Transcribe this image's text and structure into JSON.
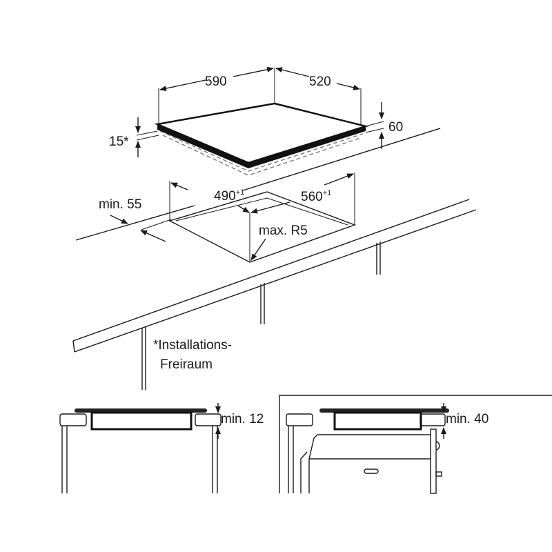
{
  "dimensions": {
    "hob_width": "590",
    "hob_depth": "520",
    "hob_height": "60",
    "clearance_side": "15*",
    "cutout_depth": "490",
    "cutout_depth_tolerance": "+1",
    "cutout_width": "560",
    "cutout_width_tolerance": "+1",
    "min_front_distance": "min. 55",
    "max_radius": "max. R5"
  },
  "footnote": {
    "line1": "*Installations-",
    "line2": "Freiraum"
  },
  "side_views": {
    "left_min": "min. 12",
    "right_min": "min. 40"
  }
}
